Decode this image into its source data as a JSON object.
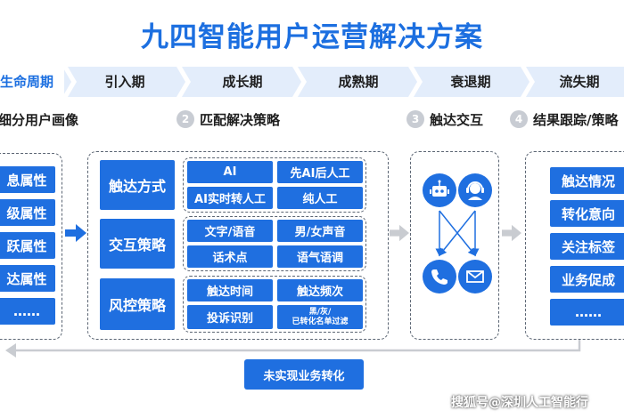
{
  "title": "九四智能用户运营解决方案",
  "lifecycle": {
    "stages": [
      "生命周期",
      "引入期",
      "成长期",
      "成熟期",
      "衰退期",
      "流失期"
    ]
  },
  "steps": [
    {
      "num": "",
      "label": "细分用户画像"
    },
    {
      "num": "2",
      "label": "匹配解决策略"
    },
    {
      "num": "3",
      "label": "触达交互"
    },
    {
      "num": "4",
      "label": "结果跟踪/策略"
    }
  ],
  "profile": {
    "items": [
      "息属性",
      "级属性",
      "跃属性",
      "达属性",
      "……"
    ]
  },
  "strategy": {
    "groups": [
      {
        "category": "触达方式",
        "options": [
          "AI",
          "先AI后人工",
          "AI实时转人工",
          "纯人工"
        ]
      },
      {
        "category": "交互策略",
        "options": [
          "文字/语音",
          "男/女声音",
          "话术点",
          "语气语调"
        ]
      },
      {
        "category": "风控策略",
        "options": [
          "触达时间",
          "触达频次",
          "投诉识别",
          "黑/灰/\n已转化名单过滤"
        ]
      }
    ]
  },
  "results": {
    "items": [
      "触达情况",
      "转化意向",
      "关注标签",
      "业务促成",
      "……"
    ]
  },
  "icons": [
    "robot-icon",
    "agent-headset-icon",
    "phone-icon",
    "message-icon"
  ],
  "feedback_label": "未实现业务转化",
  "watermark": "搜狐号@深圳人工智能行",
  "colors": {
    "primary": "#1f6fe0",
    "band": "#e3edfb",
    "title": "#1c6fe0"
  }
}
